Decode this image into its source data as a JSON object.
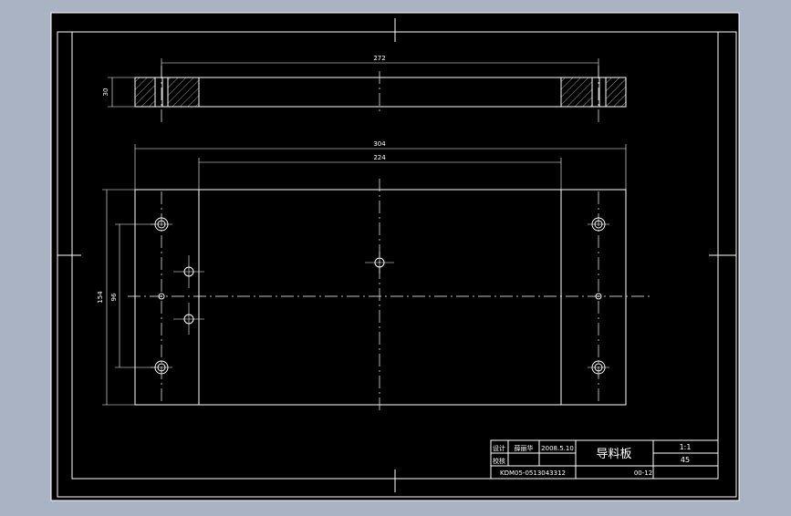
{
  "colors": {
    "outer_bg": "#a9b3c3",
    "sheet_bg": "#000000",
    "line": "#ffffff"
  },
  "top_view": {
    "dim_width": "272",
    "dim_height": "30"
  },
  "plan_view": {
    "dim_overall": "304",
    "dim_inner": "224",
    "dim_height": "154",
    "dim_hole_spacing": "96"
  },
  "title_block": {
    "role_design": "设计",
    "role_check": "校核",
    "designer": "薛丽华",
    "date": "2008.5.10",
    "part_name": "导料板",
    "scale": "1:1",
    "material": "45",
    "drawing_code": "KDM05-0513043312",
    "sheet_no": "00-12"
  }
}
